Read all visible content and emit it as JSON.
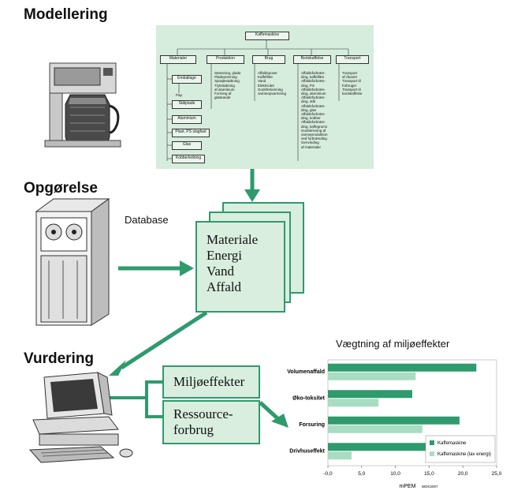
{
  "sections": {
    "modelling": "Modellering",
    "inventory": "Opgørelse",
    "assessment": "Vurdering"
  },
  "database_label": "Database",
  "tree": {
    "root": "Kaffemaskine",
    "categories": [
      "Materialer",
      "Produktion",
      "Brug",
      "Bortskaffelse",
      "Transport"
    ],
    "materials": [
      "Emballage",
      "Pap",
      "Stålplade",
      "Aluminium",
      "Plast, PS slagfast",
      "Glas",
      "Kobberledning"
    ],
    "produktion_text": "Stansning, plade\nPladepresning\nSprøjtestøbning\nTrykstøbning\naf aluminium\nForming af\nglaskande",
    "brug_text": "Affaldsposer\nKaffefiltre\nVand\nElektricitet\nGodsfrelomning\nvarmeopvarmning",
    "bortskaffelse_text": "Affaldsforbræn-\nding, kaffefiltre\nAffaldsforbræn-\nding, PS\nAffaldsforbræn-\nding, aluminium\nAffaldsforbræn-\nding, stål\nAffaldsforbræn-\nding, glas\nAffaldsforbræn-\nding, kobber\nAffaldsforbræn-\nding, kaffegrums\nGodskrivning af\nvarmeproduktion\nved forbrænding\nGenvinding\naf materialer",
    "transport_text": "Transport\naf råvarer\nTransport til\nforbruger\nTransport til\nbortskaffelse"
  },
  "inventory_items": [
    "Materiale",
    "Energi",
    "Vand",
    "Affald"
  ],
  "assessment_boxes": [
    "Miljøeffekter",
    "Ressource-\nforbrug"
  ],
  "chart_data": {
    "type": "bar",
    "title": "Vægtning af miljøeffekter",
    "categories": [
      "Volumenaffald",
      "Øko-toksitet",
      "Forsuring",
      "Drivhuseffekt"
    ],
    "series": [
      {
        "name": "Kaffemaskine",
        "values": [
          22.0,
          12.5,
          19.5,
          14.5
        ],
        "color": "#2e9a6e"
      },
      {
        "name": "Kaffemaskine (lav energi)",
        "values": [
          13.0,
          7.5,
          14.0,
          3.5
        ],
        "color": "#a8dcc3"
      }
    ],
    "xlabel": "mPEM",
    "xlabel_sub": "WDK2007",
    "xlim": [
      -0.0,
      25.0
    ],
    "xticks": [
      "-0,0",
      "5,0",
      "10,0",
      "15,0",
      "20,0",
      "25,0"
    ],
    "legend": "bottom-right"
  }
}
